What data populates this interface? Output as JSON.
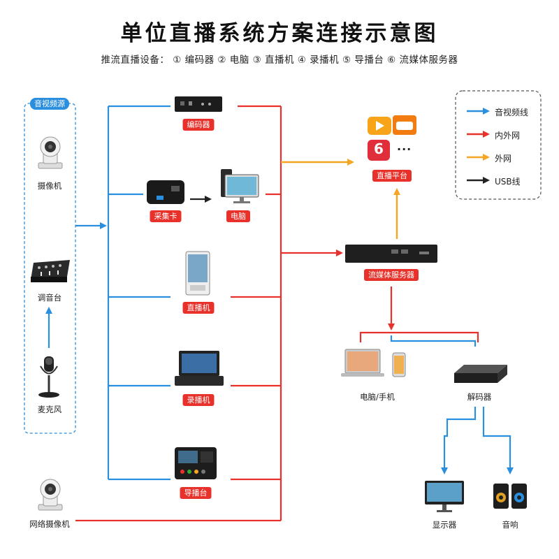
{
  "title": "单位直播系统方案连接示意图",
  "subtitle": "推流直播设备： ① 编码器   ② 电脑   ③ 直播机   ④ 录播机   ⑤ 导播台   ⑥ 流媒体服务器",
  "sources": {
    "group_label": "音视频源",
    "camera": "摄像机",
    "mixer": "调音台",
    "microphone": "麦克风",
    "network_camera": "网络摄像机"
  },
  "devices": {
    "encoder": "编码器",
    "capture_card": "采集卡",
    "computer": "电脑",
    "live_machine": "直播机",
    "recorder": "录播机",
    "switcher": "导播台"
  },
  "platform": {
    "label": "直播平台",
    "more": "···",
    "logo_char": "6"
  },
  "server": "流媒体服务器",
  "outputs": {
    "pc_phone": "电脑/手机",
    "decoder": "解码器",
    "monitor": "显示器",
    "speaker": "音响"
  },
  "legend": [
    {
      "label": "音视频线",
      "color": "#2b8fe0"
    },
    {
      "label": "内外网",
      "color": "#e8312a"
    },
    {
      "label": "外网",
      "color": "#f5a623"
    },
    {
      "label": "USB线",
      "color": "#222222"
    }
  ],
  "colors": {
    "av": "#2b8fe0",
    "lan": "#e8312a",
    "wan": "#f5a623",
    "usb": "#222222"
  }
}
